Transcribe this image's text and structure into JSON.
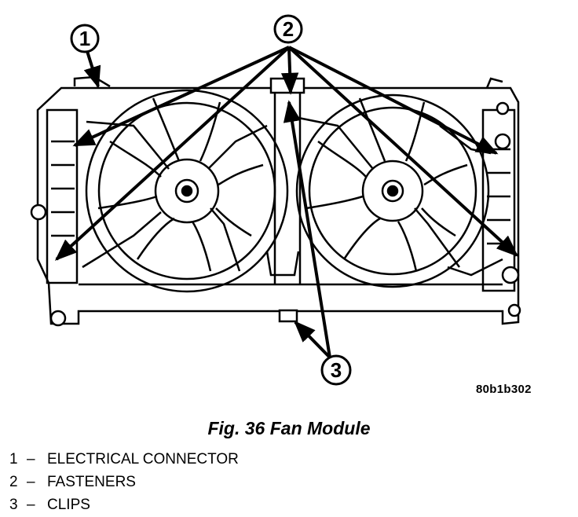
{
  "figure": {
    "id": "80b1b302",
    "caption": "Fig. 36 Fan Module",
    "callouts": [
      "1",
      "2",
      "3"
    ]
  },
  "legend": [
    {
      "number": "1",
      "separator": "–",
      "label": "ELECTRICAL CONNECTOR"
    },
    {
      "number": "2",
      "separator": "–",
      "label": "FASTENERS"
    },
    {
      "number": "3",
      "separator": "–",
      "label": "CLIPS"
    }
  ]
}
